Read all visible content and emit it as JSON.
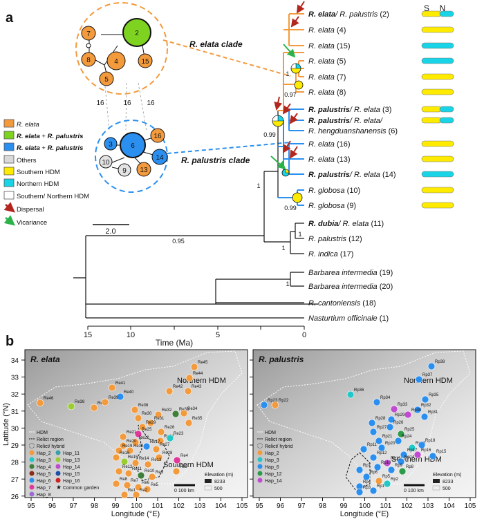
{
  "panel_a": {
    "label": "a",
    "clade_elata_label": "R. elata clade",
    "clade_palustris_label": "R. palustris clade",
    "sn_header": {
      "s": "S",
      "n": "N"
    },
    "network_top": {
      "center": "2",
      "nodes": [
        "7",
        "8",
        "4",
        "5",
        "15"
      ]
    },
    "network_bottom": {
      "center": "6",
      "nodes": [
        "3",
        "10",
        "9",
        "13",
        "14",
        "16"
      ]
    },
    "steps": [
      "16",
      "16",
      "16"
    ],
    "legend": [
      {
        "label": "R. elata",
        "color": "#f39a3c"
      },
      {
        "label": "R. elata + R. palustris",
        "color": "#7ed321"
      },
      {
        "label": "R. elata + R. palustris",
        "color": "#2b8ff0"
      },
      {
        "label": "Others",
        "color": "#d9d9d9"
      },
      {
        "label": "Southern HDM",
        "color": "#ffeb00"
      },
      {
        "label": "Northern HDM",
        "color": "#19d4e6"
      },
      {
        "label": "Southern/ Northern HDM",
        "color": "#ffffff"
      },
      {
        "label": "Dispersal",
        "color": "#b3261e"
      },
      {
        "label": "Vicariance",
        "color": "#2bb34a"
      }
    ],
    "taxa": [
      {
        "part1": "R. elata",
        "part2": "/ R. palustris",
        "num": "(2)"
      },
      {
        "part1": "R. elata",
        "part2": "",
        "num": "(4)"
      },
      {
        "part1": "R. elata",
        "part2": "",
        "num": "(15)"
      },
      {
        "part1": "R. elata",
        "part2": "",
        "num": "(5)"
      },
      {
        "part1": "R. elata",
        "part2": "",
        "num": "(7)"
      },
      {
        "part1": "R. elata",
        "part2": "",
        "num": "(8)"
      },
      {
        "part1": "R. palustris",
        "part2": "/ R. elata",
        "num": "(3)"
      },
      {
        "part1": "R. palustris",
        "part2": "/ R. elata/",
        "num": ""
      },
      {
        "part1": "R. hengduanshanensis",
        "part2": "",
        "num": "(6)"
      },
      {
        "part1": "R. elata",
        "part2": "",
        "num": "(16)"
      },
      {
        "part1": "R. elata",
        "part2": "",
        "num": "(13)"
      },
      {
        "part1": "R. palustris",
        "part2": "/ R. elata",
        "num": "(14)"
      },
      {
        "part1": "R. globosa",
        "part2": "",
        "num": "(10)"
      },
      {
        "part1": "R. globosa",
        "part2": "",
        "num": "(9)"
      },
      {
        "part1": "R. dubia",
        "part2": "/ R. elata",
        "num": "(11)"
      },
      {
        "part1": "R. palustris",
        "part2": "",
        "num": "(12)"
      },
      {
        "part1": "R. indica",
        "part2": "",
        "num": "(17)"
      },
      {
        "part1": "Barbarea intermedia",
        "part2": "",
        "num": "(19)"
      },
      {
        "part1": "Barbarea intermedia",
        "part2": "",
        "num": "(20)"
      },
      {
        "part1": "R. cantoniensis",
        "part2": "",
        "num": "(18)"
      },
      {
        "part1": "Nasturtium officinale",
        "part2": "",
        "num": "(1)"
      }
    ],
    "support": {
      "v1": "1",
      "v097": "0.97",
      "v099a": "0.99",
      "v099b": "0.99",
      "v095": "0.95",
      "r1a": "1",
      "r1b": "1",
      "r1c": "1",
      "r1d": "1",
      "r1e": "1"
    },
    "scale_bar": "2.0",
    "time_axis": {
      "label": "Time (Ma)",
      "ticks": [
        "15",
        "10",
        "5",
        "0"
      ]
    }
  },
  "panel_b": {
    "label": "b",
    "left_title": "R. elata",
    "right_title": "R. palustris",
    "region_north": "Northern HDM",
    "region_south": "Southern HDM",
    "y_label": "Latitude (°N)",
    "x_label": "Longitude (°E)",
    "lat_ticks": [
      "34",
      "33",
      "32",
      "31",
      "30",
      "29",
      "28",
      "27",
      "26"
    ],
    "lon_ticks_left": [
      "95",
      "96",
      "97",
      "98",
      "99",
      "100",
      "101",
      "102",
      "103",
      "104",
      "105"
    ],
    "lon_ticks_right": [
      "95",
      "96",
      "97",
      "98",
      "99",
      "100",
      "101",
      "102",
      "103",
      "104",
      "105"
    ],
    "elev_title": "Elevation (m)",
    "elev_high": "8233",
    "elev_low": "500",
    "scale_km": "0     100 km",
    "map_legend_left": [
      "HDM",
      "Relict region",
      "Relict/ hybrid",
      "Hap_2",
      "Hap_3",
      "Hap_4",
      "Hap_5",
      "Hap_6",
      "Hap_7",
      "Hap_8",
      "Hap_11",
      "Hap_13",
      "Hap_14",
      "Hap_15",
      "Hap_16",
      "Common garden"
    ],
    "map_legend_right": [
      "HDM",
      "Relict region",
      "Relict/ hybrid",
      "Hap_2",
      "Hap_3",
      "Hap_6",
      "Hap_12",
      "Hap_14"
    ],
    "hap_colors": {
      "Hap_2": "#f39a3c",
      "Hap_3": "#22c7c7",
      "Hap_4": "#3f7f3a",
      "Hap_5": "#8b2c1a",
      "Hap_6": "#2b8ff0",
      "Hap_7": "#e0389b",
      "Hap_8": "#9b6bd6",
      "Hap_11": "#3aa0a8",
      "Hap_13": "#9acd32",
      "Hap_14": "#c04ad0",
      "Hap_15": "#1f4fa8",
      "Hap_16": "#d02020",
      "Hap_12": "#2e9b4a"
    },
    "sites_left": [
      "Re45",
      "Re44",
      "Re43",
      "Re42",
      "Re41",
      "Re40",
      "Re46",
      "Re38",
      "Re37",
      "Re39",
      "Re36",
      "Re32",
      "Re33",
      "Re34",
      "Re35",
      "Re30",
      "Re31",
      "Re29",
      "Re25",
      "Re21",
      "Re22",
      "Re26",
      "Re24",
      "Re23",
      "Re27",
      "Re28",
      "Re20",
      "Re19",
      "Re18",
      "Re17",
      "Re16",
      "Re15",
      "Re14",
      "Re13",
      "Re12",
      "Re11",
      "Re10",
      "Re9",
      "Re8",
      "Re7",
      "Re6",
      "Re5",
      "Re4",
      "Re3",
      "Re2",
      "Re1"
    ],
    "sites_right": [
      "Rp38",
      "Rp37",
      "Rp36",
      "Rp35",
      "Rp34",
      "Rp33",
      "Rp32",
      "Rp31",
      "Rp30",
      "Rp29",
      "Rp28",
      "Rp27",
      "Rp26",
      "Rp25",
      "Rp24",
      "Rp23",
      "Rp22",
      "Rp21",
      "Rp20",
      "Rp19",
      "Rp18",
      "Rp17",
      "Rp16",
      "Rp15",
      "Rp14",
      "Rp13",
      "Rp12",
      "Rp11",
      "Rp10",
      "Rp9",
      "Rp8",
      "Rp7",
      "Rp6",
      "Rp5",
      "Rp4",
      "Rp3",
      "Rp2",
      "Rp1"
    ]
  }
}
